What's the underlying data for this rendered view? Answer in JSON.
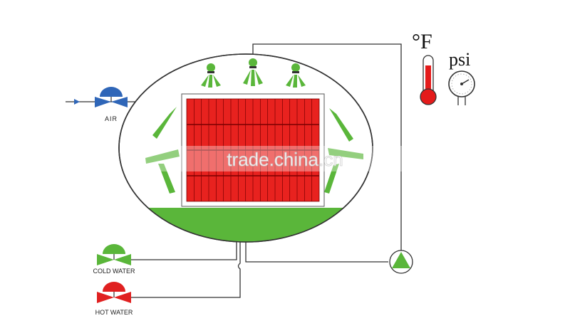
{
  "labels": {
    "air": "AIR",
    "cold_water": "COLD WATER",
    "hot_water": "HOT WATER",
    "temperature_unit": "°F",
    "pressure_unit": "psi"
  },
  "watermark": "trade.china.cn",
  "icons": {
    "air_valve": "valve-icon",
    "cold_water_valve": "valve-icon",
    "hot_water_valve": "valve-icon",
    "pump": "pump-icon",
    "thermometer": "thermometer-icon",
    "pressure_gauge": "pressure-gauge-icon",
    "spray_nozzle": "spray-nozzle-icon"
  },
  "colors": {
    "green": "#5ab63a",
    "rack_red": "#e8221f",
    "valve_blue": "#2f66b8",
    "valve_red": "#e02020",
    "line": "#333333",
    "thermometer_red": "#e41b1b"
  }
}
